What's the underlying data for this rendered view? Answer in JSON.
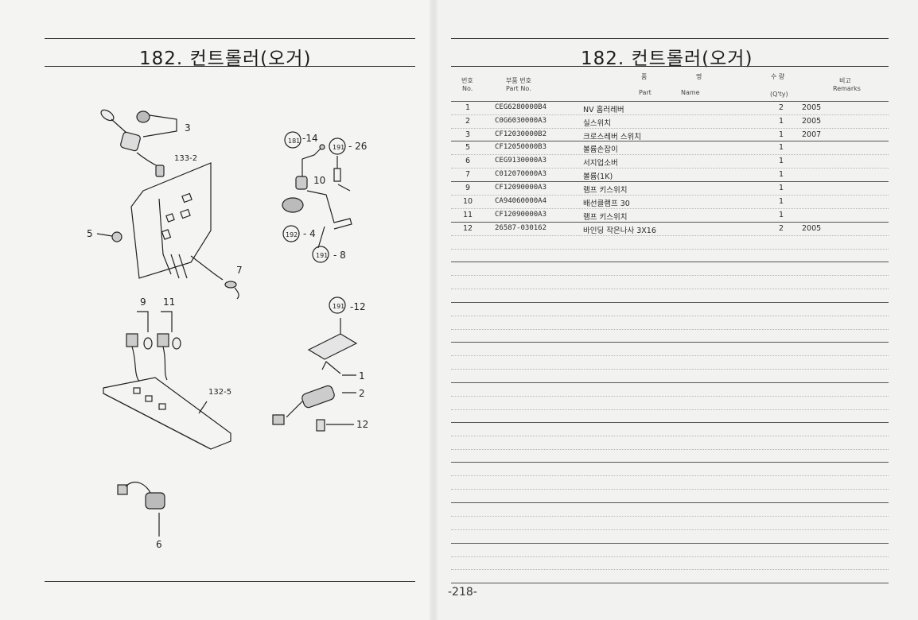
{
  "title_left": "182. 컨트롤러(오거)",
  "title_right": "182. 컨트롤러(오거)",
  "page_number": "-218-",
  "header": {
    "no_ko": "번호",
    "no_en": "No.",
    "part_ko": "부품 번호",
    "part_en": "Part No.",
    "name_ko1": "품",
    "name_ko2": "명",
    "name_en1": "Part",
    "name_en2": "Name",
    "qty_ko": "수 량",
    "qty_en": "(Q'ty)",
    "rem_ko": "비고",
    "rem_en": "Remarks"
  },
  "rows": [
    {
      "no": "1",
      "part": "CEG6280000B4",
      "name": "NV 홈러레버",
      "qty": "2",
      "remarks": "2005"
    },
    {
      "no": "2",
      "part": "C0G6030000A3",
      "name": "실스위치",
      "qty": "1",
      "remarks": "2005"
    },
    {
      "no": "3",
      "part": "CF12030000B2",
      "name": "크로스레버 스위치",
      "qty": "1",
      "remarks": "2007"
    },
    {
      "no": "5",
      "part": "CF12050000B3",
      "name": "볼륨손잡이",
      "qty": "1",
      "remarks": ""
    },
    {
      "no": "6",
      "part": "CEG9130000A3",
      "name": "서지업소버",
      "qty": "1",
      "remarks": ""
    },
    {
      "no": "7",
      "part": "C012070000A3",
      "name": "볼륨(1K)",
      "qty": "1",
      "remarks": ""
    },
    {
      "no": "9",
      "part": "CF12090000A3",
      "name": "램프 키스위치",
      "qty": "1",
      "remarks": ""
    },
    {
      "no": "10",
      "part": "CA94060000A4",
      "name": "배선클램프 30",
      "qty": "1",
      "remarks": ""
    },
    {
      "no": "11",
      "part": "CF12090000A3",
      "name": "램프 키스위치",
      "qty": "1",
      "remarks": ""
    },
    {
      "no": "12",
      "part": "26587-030162",
      "name": "바인딩 작은나사 3X16",
      "qty": "2",
      "remarks": "2005"
    }
  ],
  "diagram_labels": {
    "l3": "3",
    "l133_2": "133-2",
    "l5": "5",
    "l7": "7",
    "l181": "181",
    "l14": "-14",
    "l191a": "191",
    "l26": "- 26",
    "l10": "10",
    "l192": "192",
    "l4": "- 4",
    "l191b": "191",
    "l8": "- 8",
    "l9": "9",
    "l11": "11",
    "l191c": "191",
    "l12": "-12",
    "l132_5": "132-5",
    "l1": "1",
    "l2": "2",
    "l12b": "12",
    "l6": "6"
  }
}
